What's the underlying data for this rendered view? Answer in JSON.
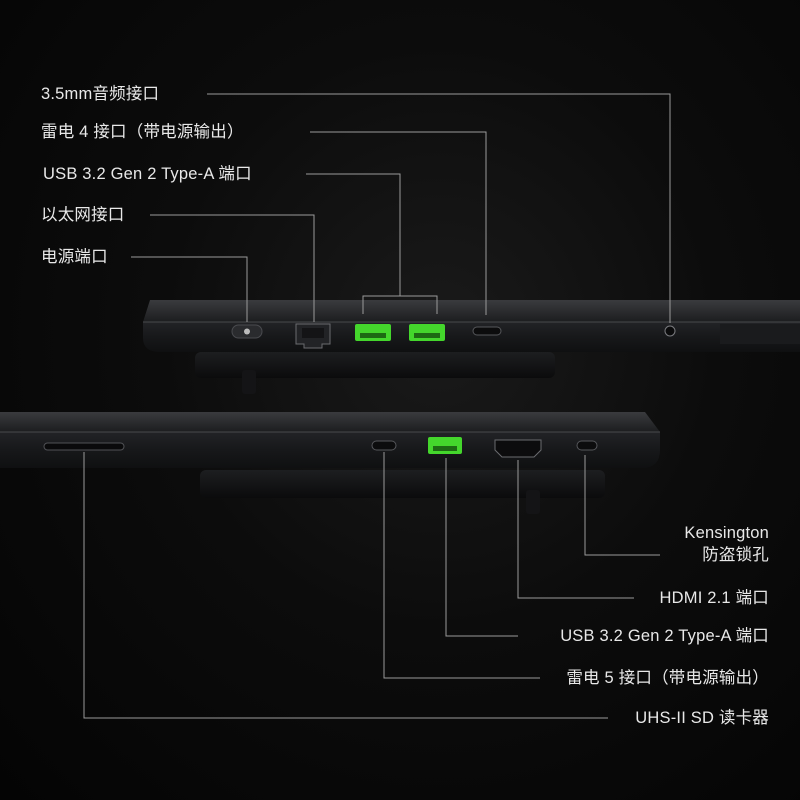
{
  "top_side_ports": [
    {
      "label": "3.5mm音频接口"
    },
    {
      "label": "雷电 4 接口（带电源输出）"
    },
    {
      "label": "USB 3.2 Gen 2 Type-A 端口"
    },
    {
      "label": "以太网接口"
    },
    {
      "label": "电源端口"
    }
  ],
  "bottom_side_ports": [
    {
      "label_line1": "Kensington",
      "label_line2": "防盗锁孔"
    },
    {
      "label": "HDMI 2.1 端口"
    },
    {
      "label": "USB 3.2 Gen 2 Type-A 端口"
    },
    {
      "label": "雷电 5 接口（带电源输出）"
    },
    {
      "label": "UHS-II SD 读卡器"
    }
  ],
  "colors": {
    "usb_port_green": "#44d62c",
    "chassis": "#1b1c1e",
    "leader_line": "#9a9a9a"
  }
}
